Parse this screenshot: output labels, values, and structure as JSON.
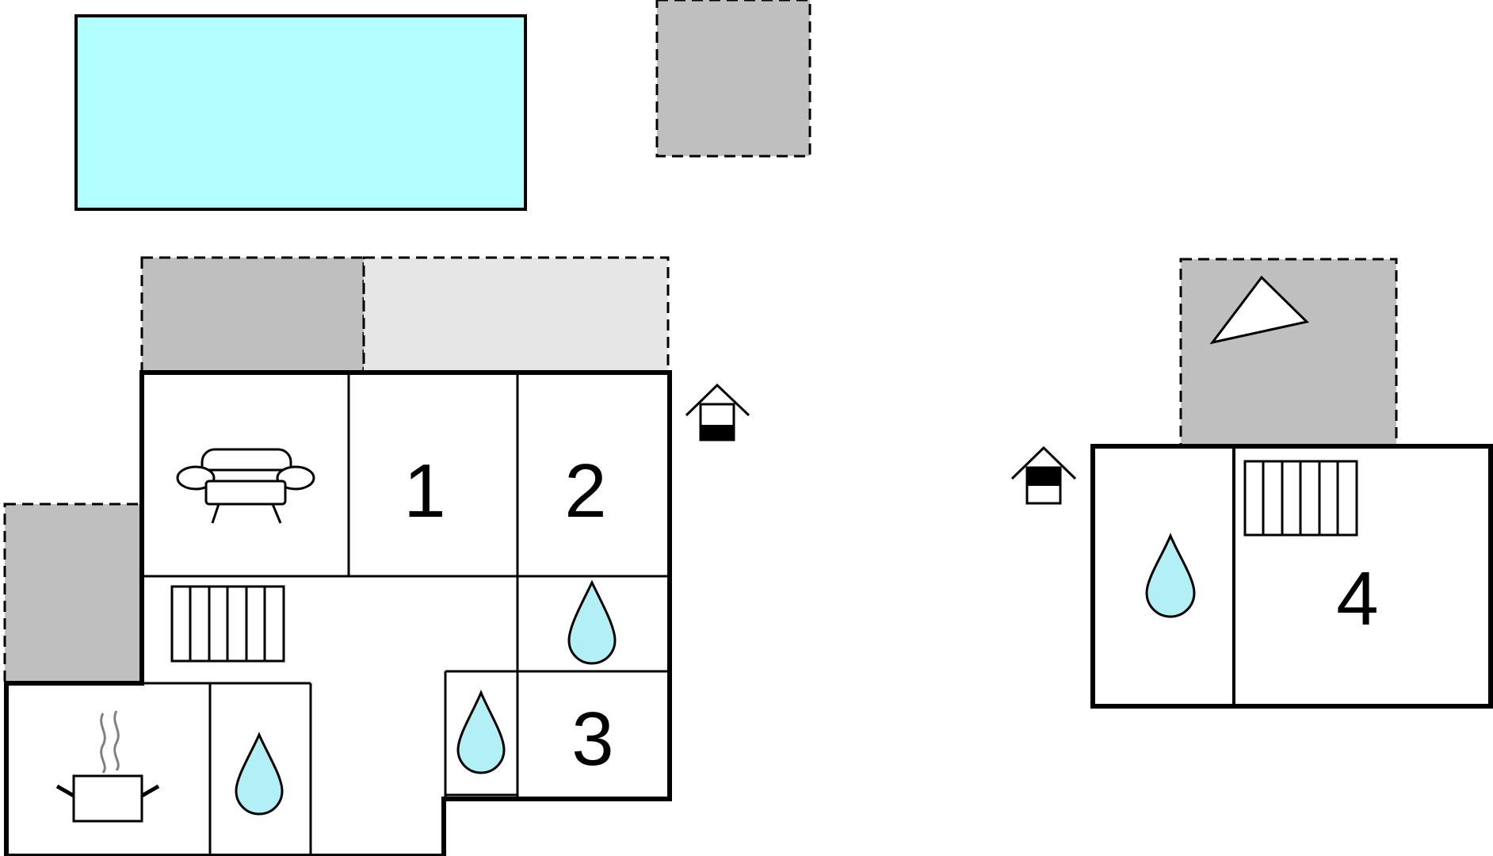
{
  "rooms": {
    "bedroom_1": "1",
    "bedroom_2": "2",
    "bedroom_3": "3",
    "bedroom_4": "4"
  },
  "icons": {
    "pool": "pool-icon",
    "living": "sofa-icon",
    "kitchen": "cooking-pot-icon",
    "bathroom": "water-drop-icon",
    "stairs": "stairs-icon",
    "entrance": "house-entrance-icon",
    "compass": "north-arrow-icon"
  },
  "colors": {
    "pool_fill": "#b3ffff",
    "terrace_dark": "#bfbfbf",
    "terrace_light": "#e6e6e6",
    "water_fill": "#b3f0f5",
    "walls": "#000000"
  }
}
